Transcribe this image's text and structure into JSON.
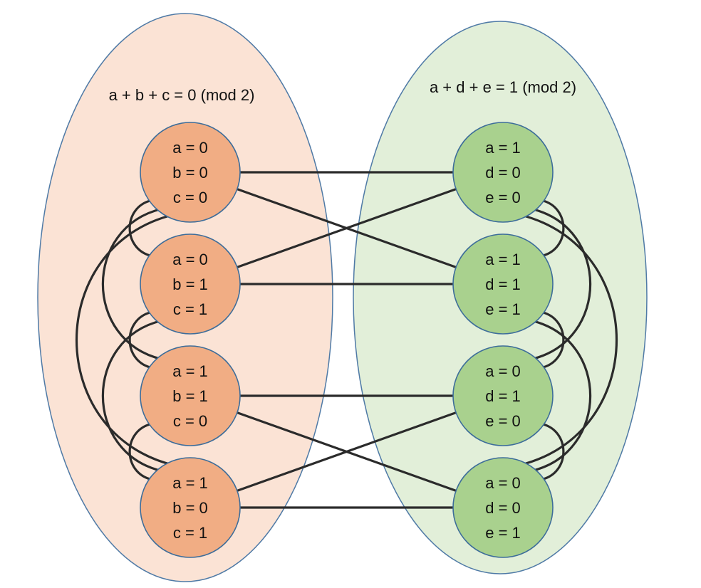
{
  "colors": {
    "left_region_fill": "#fbe3d5",
    "right_region_fill": "#e2efd9",
    "region_stroke": "#4f7aa6",
    "left_node_fill": "#f1ad84",
    "right_node_fill": "#a9d18e",
    "node_stroke": "#3d6d9a",
    "edge_color": "#2b2b2b"
  },
  "groups": [
    {
      "id": "left",
      "title": "a + b + c = 0 (mod 2)",
      "nodes": [
        {
          "id": "L0",
          "lines": [
            "a = 0",
            "b = 0",
            "c = 0"
          ]
        },
        {
          "id": "L1",
          "lines": [
            "a = 0",
            "b = 1",
            "c = 1"
          ]
        },
        {
          "id": "L2",
          "lines": [
            "a = 1",
            "b = 1",
            "c = 0"
          ]
        },
        {
          "id": "L3",
          "lines": [
            "a = 1",
            "b = 0",
            "c = 1"
          ]
        }
      ]
    },
    {
      "id": "right",
      "title": "a + d + e = 1 (mod 2)",
      "nodes": [
        {
          "id": "R0",
          "lines": [
            "a = 1",
            "d = 0",
            "e = 0"
          ]
        },
        {
          "id": "R1",
          "lines": [
            "a = 1",
            "d = 1",
            "e = 1"
          ]
        },
        {
          "id": "R2",
          "lines": [
            "a = 0",
            "d = 1",
            "e = 0"
          ]
        },
        {
          "id": "R3",
          "lines": [
            "a = 0",
            "d = 0",
            "e = 1"
          ]
        }
      ]
    }
  ],
  "edges": [
    [
      "L0",
      "R0"
    ],
    [
      "L0",
      "R1"
    ],
    [
      "L1",
      "R0"
    ],
    [
      "L1",
      "R1"
    ],
    [
      "L2",
      "R2"
    ],
    [
      "L2",
      "R3"
    ],
    [
      "L3",
      "R2"
    ],
    [
      "L3",
      "R3"
    ],
    [
      "L0",
      "L1"
    ],
    [
      "L0",
      "L2"
    ],
    [
      "L0",
      "L3"
    ],
    [
      "L1",
      "L2"
    ],
    [
      "L1",
      "L3"
    ],
    [
      "L2",
      "L3"
    ],
    [
      "R0",
      "R1"
    ],
    [
      "R0",
      "R2"
    ],
    [
      "R0",
      "R3"
    ],
    [
      "R1",
      "R2"
    ],
    [
      "R1",
      "R3"
    ],
    [
      "R2",
      "R3"
    ]
  ]
}
